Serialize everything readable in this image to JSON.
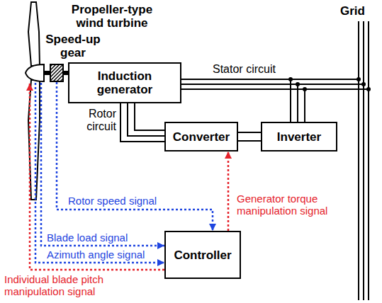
{
  "diagram": {
    "nodes": [
      {
        "text": [
          "Speed-up gear"
        ]
      },
      {
        "text": [
          "Induction generator"
        ]
      },
      {
        "text": [
          "Converter"
        ]
      },
      {
        "text": [
          "Inverter"
        ]
      },
      {
        "text": [
          "Controller"
        ]
      }
    ],
    "edges": [
      {
        "from": 0,
        "to": 1,
        "arrow": "none"
      },
      {
        "from": 1,
        "to": 2,
        "arrow": "none",
        "label": "Rotor circuit"
      },
      {
        "from": 2,
        "to": 3,
        "arrow": "none"
      },
      {
        "from": 0,
        "to": 4,
        "arrow": "to",
        "label": "Rotor speed signal"
      },
      {
        "from": 4,
        "to": 2,
        "arrow": "to",
        "label": "Generator torque manipulation signal"
      }
    ],
    "labels": [
      "Propeller-type wind turbine",
      "Grid",
      "Stator circuit",
      "Blade load signal",
      "Azimuth angle signal",
      "Individual blade pitch manipulation signal"
    ]
  }
}
